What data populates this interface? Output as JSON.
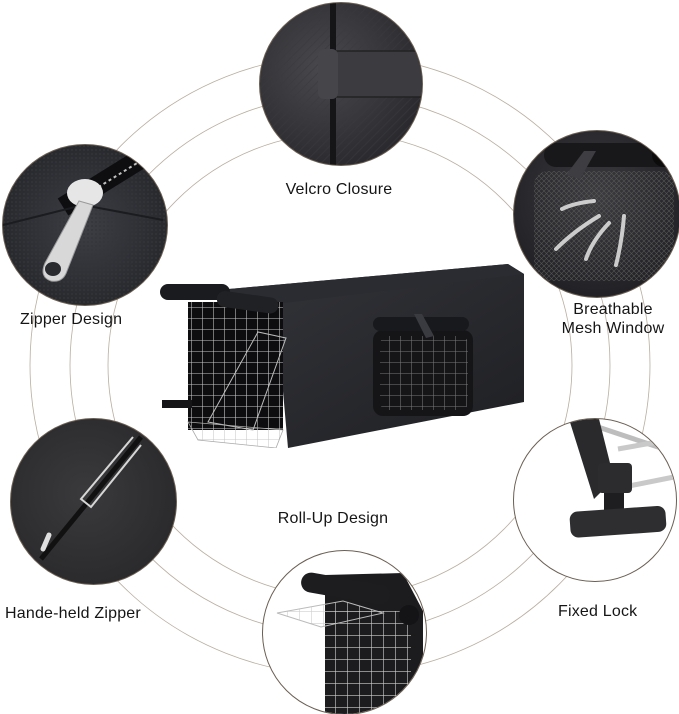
{
  "infographic": {
    "background": "#ffffff",
    "ring_color": "#a89a8a",
    "product": "Black cage cover on wire trap cage",
    "center_label": "Roll-Up Design",
    "features": [
      {
        "id": "velcro",
        "label": "Velcro Closure",
        "image": "Velcro strap on black fabric"
      },
      {
        "id": "mesh",
        "label_line1": "Breathable",
        "label_line2": "Mesh Window",
        "image": "Mesh window with airflow arrows"
      },
      {
        "id": "zipper",
        "label": "Zipper Design",
        "image": "Metal zipper pull on black fabric"
      },
      {
        "id": "handheld",
        "label": "Hande-held Zipper",
        "image": "Zipper with wire handle on black fabric"
      },
      {
        "id": "lock",
        "label": "Fixed Lock",
        "image": "Elastic strap with T-lock on cage bars"
      },
      {
        "id": "rollup",
        "label": "Roll-Up Design",
        "image": "Cover rolled up over cage door"
      }
    ]
  }
}
